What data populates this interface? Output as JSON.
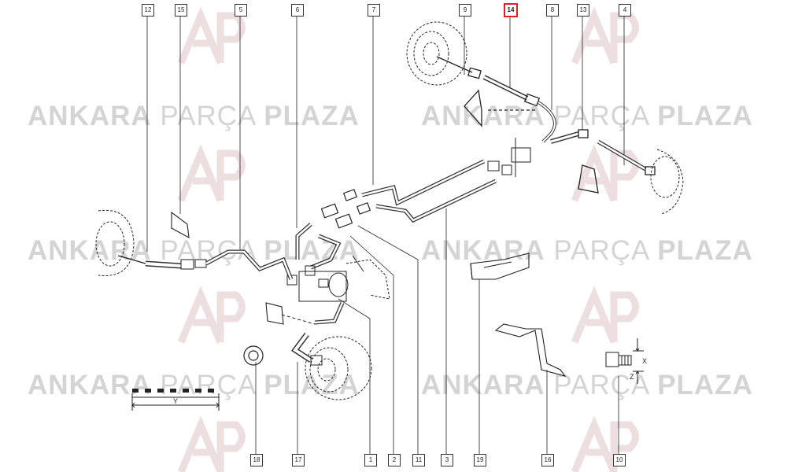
{
  "watermark": {
    "brand_a": "ANKARA",
    "brand_b": "PARÇA",
    "brand_c": "PLAZA",
    "logo_text": "AP",
    "color": "#d4d4d4"
  },
  "highlight_color": "#e02020",
  "callouts": [
    {
      "id": "c12",
      "label": "12"
    },
    {
      "id": "c15",
      "label": "15"
    },
    {
      "id": "c5",
      "label": "5"
    },
    {
      "id": "c6",
      "label": "6"
    },
    {
      "id": "c7",
      "label": "7"
    },
    {
      "id": "c9",
      "label": "9"
    },
    {
      "id": "c14",
      "label": "14",
      "highlight": true
    },
    {
      "id": "c8",
      "label": "8"
    },
    {
      "id": "c13",
      "label": "13"
    },
    {
      "id": "c4",
      "label": "4"
    },
    {
      "id": "c18",
      "label": "18"
    },
    {
      "id": "c17",
      "label": "17"
    },
    {
      "id": "c1",
      "label": "1"
    },
    {
      "id": "c2",
      "label": "2"
    },
    {
      "id": "c11",
      "label": "11"
    },
    {
      "id": "c3",
      "label": "3"
    },
    {
      "id": "c19",
      "label": "19"
    },
    {
      "id": "c16",
      "label": "16"
    },
    {
      "id": "c10",
      "label": "10"
    }
  ],
  "dimensions": {
    "y": "Y",
    "x": "X",
    "z": "Z"
  }
}
